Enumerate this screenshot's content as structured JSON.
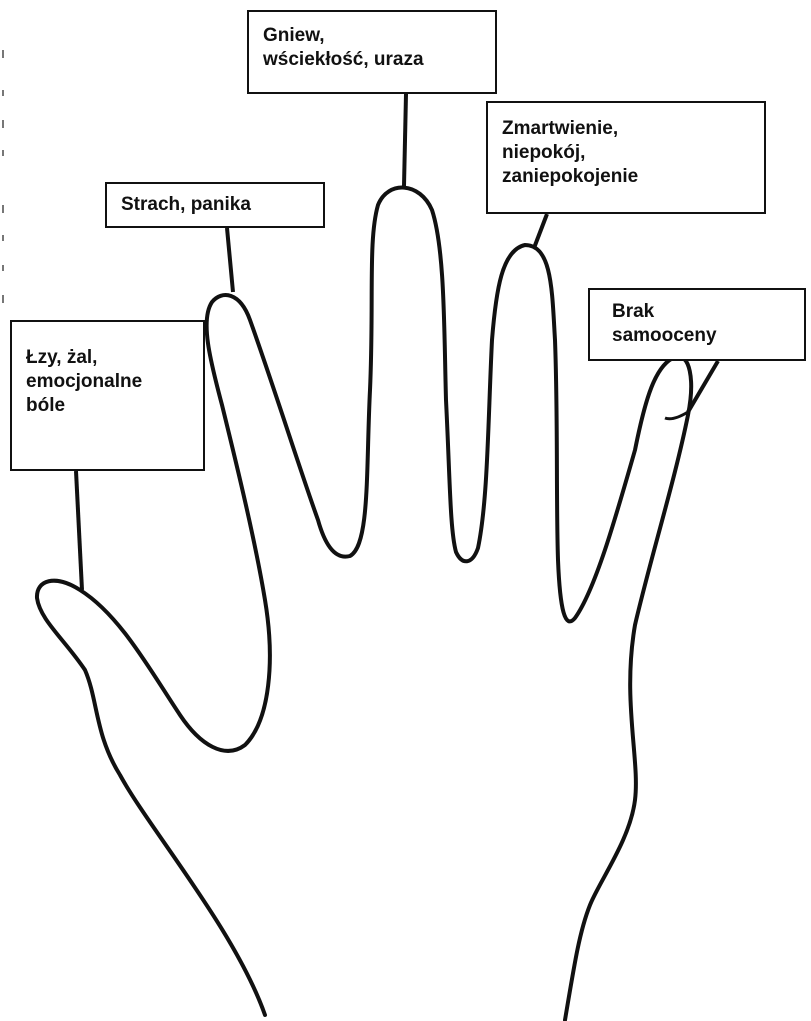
{
  "diagram": {
    "labels": {
      "thumb": [
        "Łzy, żal,",
        "emocjonalne",
        "bóle"
      ],
      "index": [
        "Strach, panika"
      ],
      "middle": [
        "Gniew,",
        "wściekłość, uraza"
      ],
      "ring": [
        "Zmartwienie,",
        "niepokój,",
        "zaniepokojenie"
      ],
      "pinky": [
        "Brak",
        "samooceny"
      ]
    }
  }
}
